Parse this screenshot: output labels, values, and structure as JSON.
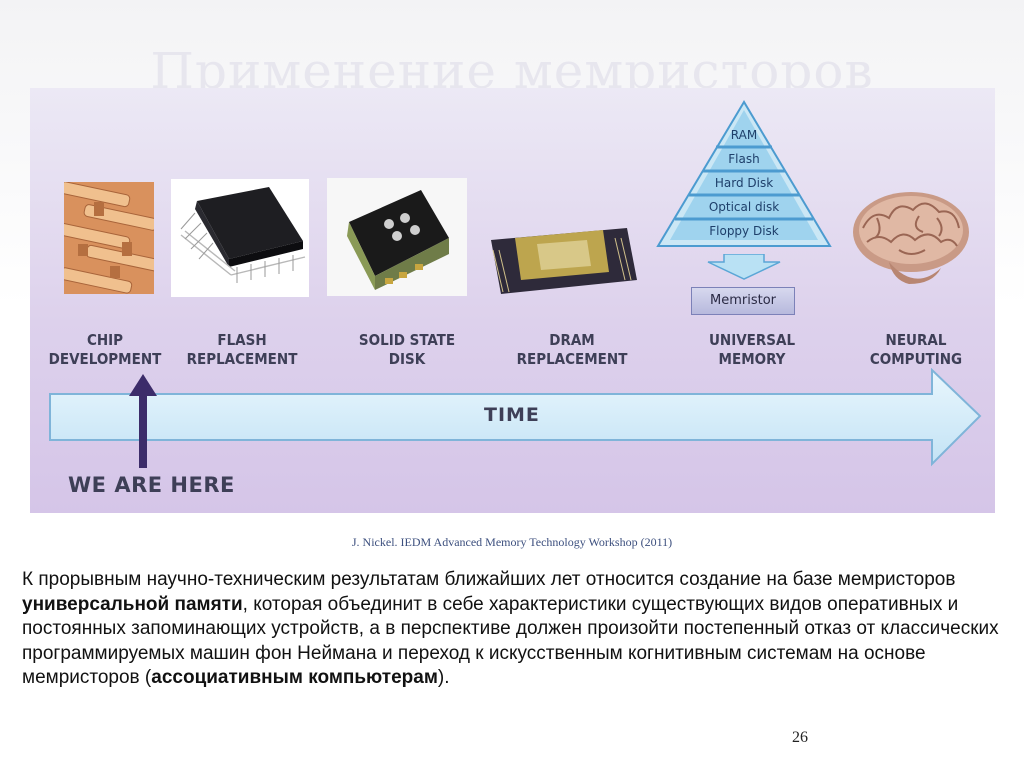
{
  "slide": {
    "title": "Применение мемристоров",
    "page_number": "26"
  },
  "diagram": {
    "stages": [
      {
        "line1": "CHIP",
        "line2": "DEVELOPMENT"
      },
      {
        "line1": "FLASH",
        "line2": "REPLACEMENT"
      },
      {
        "line1": "SOLID STATE",
        "line2": "DISK"
      },
      {
        "line1": "DRAM",
        "line2": "REPLACEMENT"
      },
      {
        "line1": "UNIVERSAL",
        "line2": "MEMORY"
      },
      {
        "line1": "NEURAL",
        "line2": "COMPUTING"
      }
    ],
    "pyramid_levels": [
      "RAM",
      "Flash",
      "Hard Disk",
      "Optical disk",
      "Floppy Disk"
    ],
    "memristor_label": "Memristor",
    "time_label": "TIME",
    "here_label": "WE ARE HERE",
    "colors": {
      "panel": "#d9cceb",
      "arrow_fill": "#d2ecf8",
      "arrow_stroke": "#7fb4d9",
      "pyramid": "#8fc9e8",
      "marker_arrow": "#3c2c6a"
    }
  },
  "citation": "J. Nickel. IEDM Advanced Memory Technology Workshop (2011)",
  "body": {
    "part1": "К прорывным научно-техническим результатам ближайших лет относится создание на базе мемристоров ",
    "bold1": "универсальной памяти",
    "part2": ", которая объединит в себе характеристики существующих видов оперативных и постоянных запоминающих устройств, а в перспективе должен произойти постепенный отказ от классических программируемых машин фон Неймана и переход к искусственным когнитивным системам на основе мемристоров (",
    "bold2": "ассоциативным компьютерам",
    "part3": ")."
  }
}
